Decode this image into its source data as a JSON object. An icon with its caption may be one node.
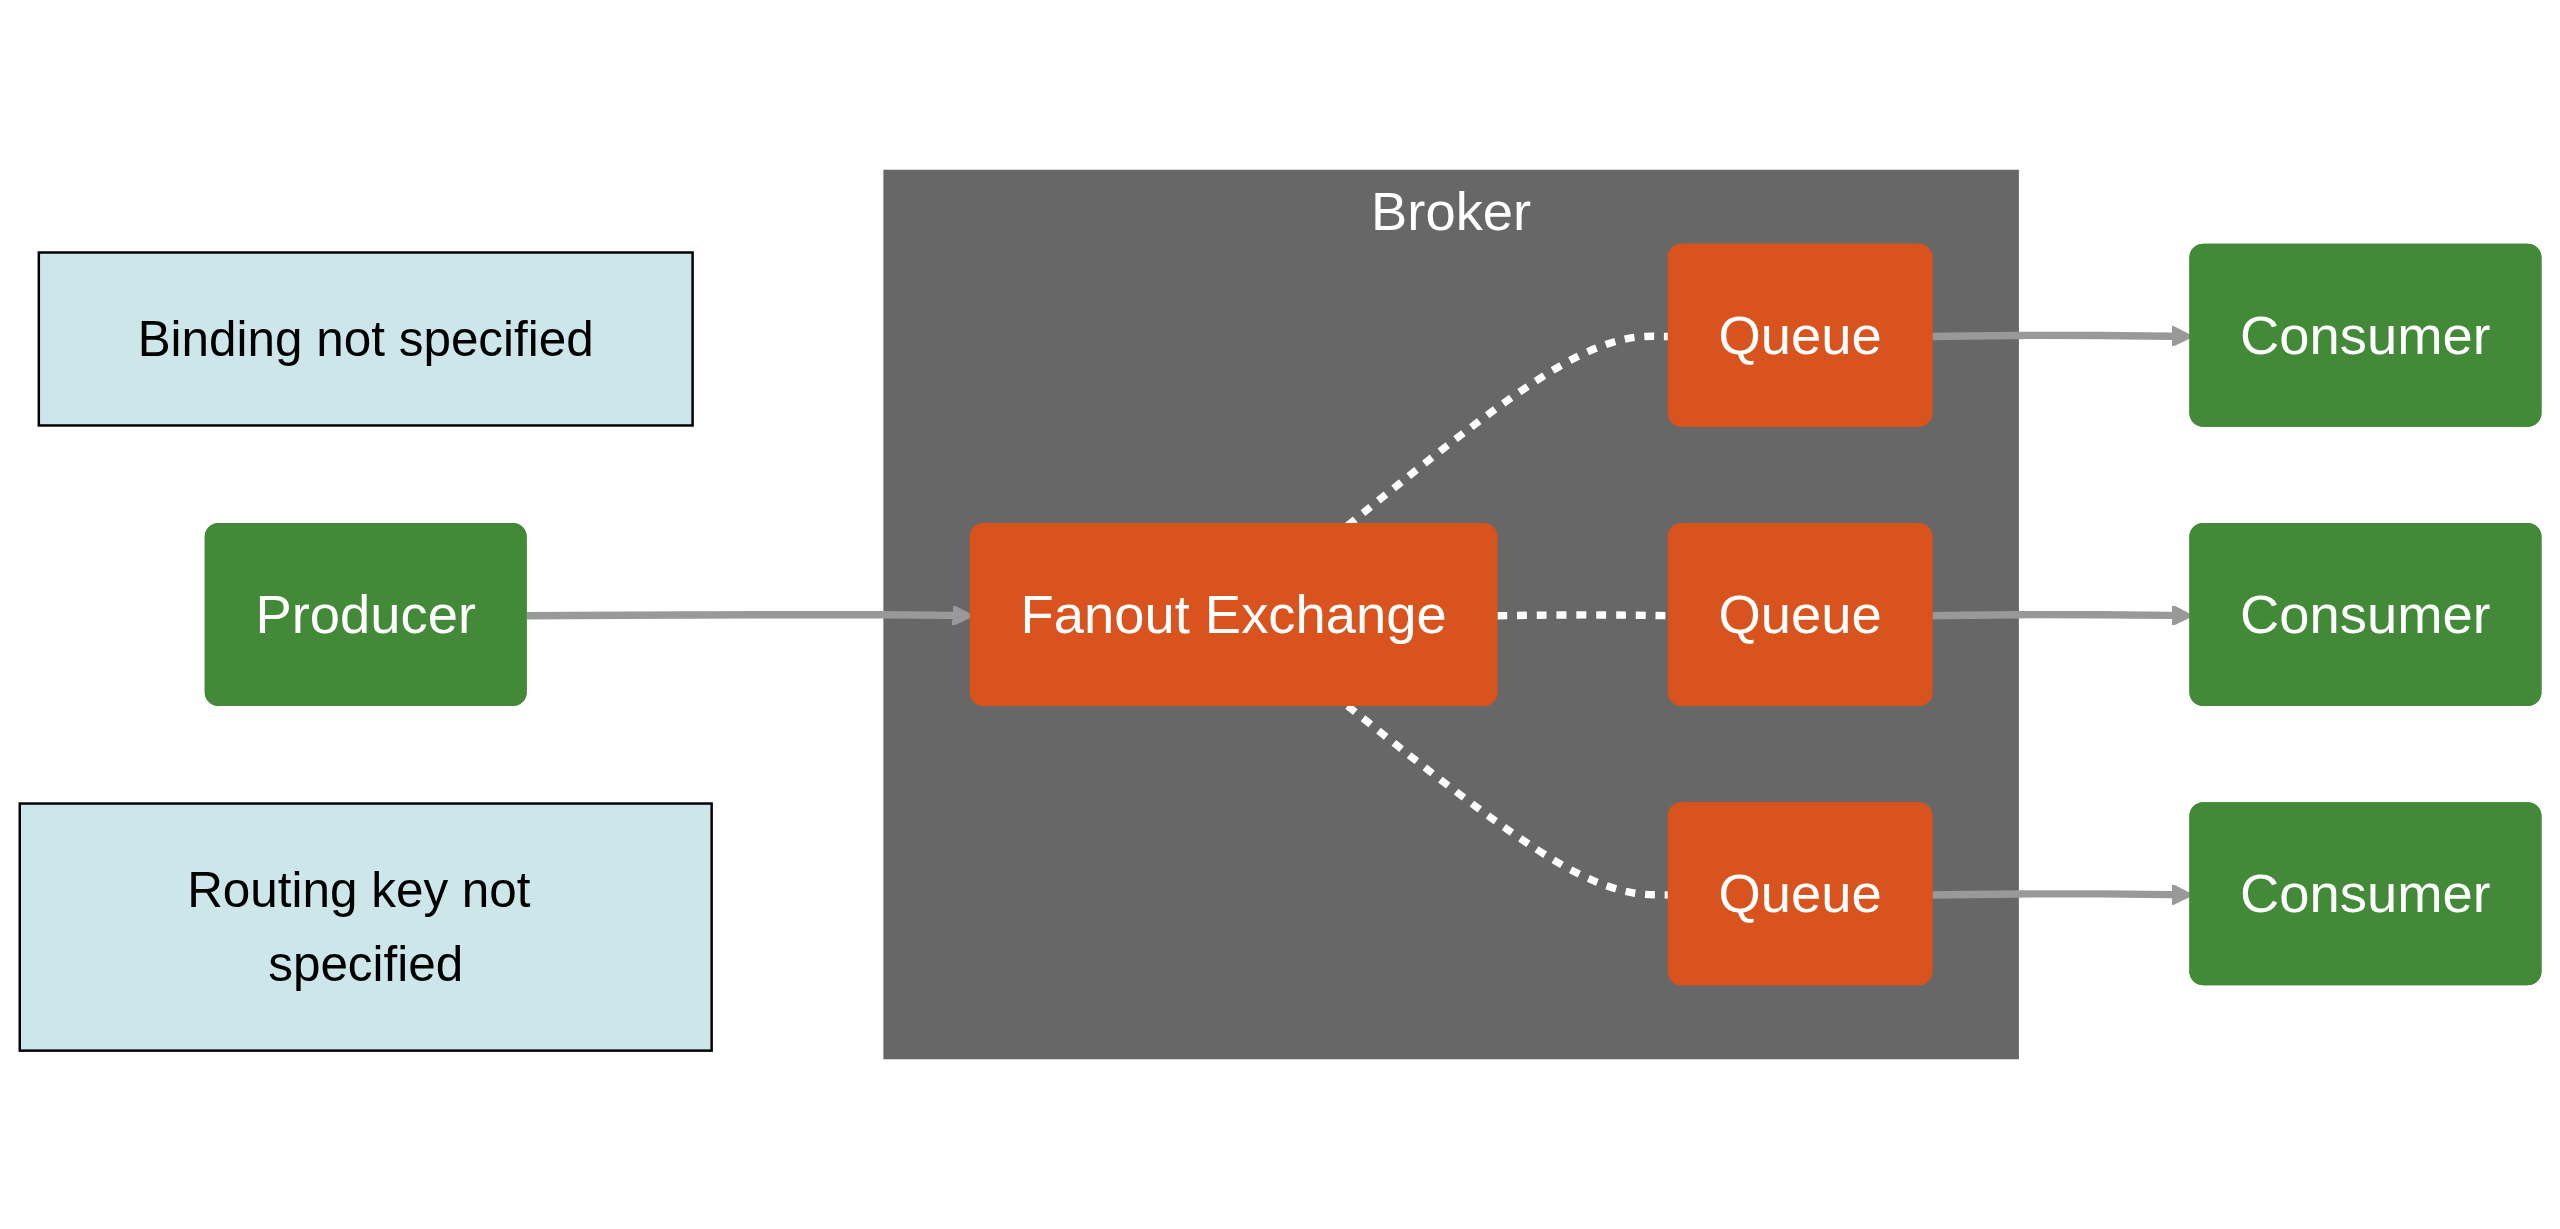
{
  "diagram": {
    "nodes": [
      {
        "text": [
          "Binding not specified"
        ]
      },
      {
        "text": [
          "Broker"
        ]
      },
      {
        "text": [
          "Producer"
        ]
      },
      {
        "text": [
          "Fanout Exchange"
        ],
        "in": 1
      },
      {
        "text": [
          "Queue"
        ],
        "in": 1
      },
      {
        "text": [
          "Queue"
        ],
        "in": 1
      },
      {
        "text": [
          "Queue"
        ],
        "in": 1
      },
      {
        "text": [
          "Consumer"
        ]
      },
      {
        "text": [
          "Consumer"
        ]
      },
      {
        "text": [
          "Consumer"
        ]
      },
      {
        "text": [
          "Routing key not specified"
        ]
      }
    ],
    "edges": [
      {
        "from": 2,
        "to": 3,
        "arrow": "to"
      },
      {
        "from": 3,
        "to": 4,
        "arrow": "none",
        "style": "dashed",
        "color": "#ffffff"
      },
      {
        "from": 3,
        "to": 5,
        "arrow": "none",
        "style": "dashed",
        "color": "#ffffff"
      },
      {
        "from": 3,
        "to": 6,
        "arrow": "none",
        "style": "dashed",
        "color": "#ffffff"
      },
      {
        "from": 4,
        "to": 7,
        "arrow": "to"
      },
      {
        "from": 5,
        "to": 8,
        "arrow": "to"
      },
      {
        "from": 6,
        "to": 9,
        "arrow": "to"
      }
    ]
  }
}
